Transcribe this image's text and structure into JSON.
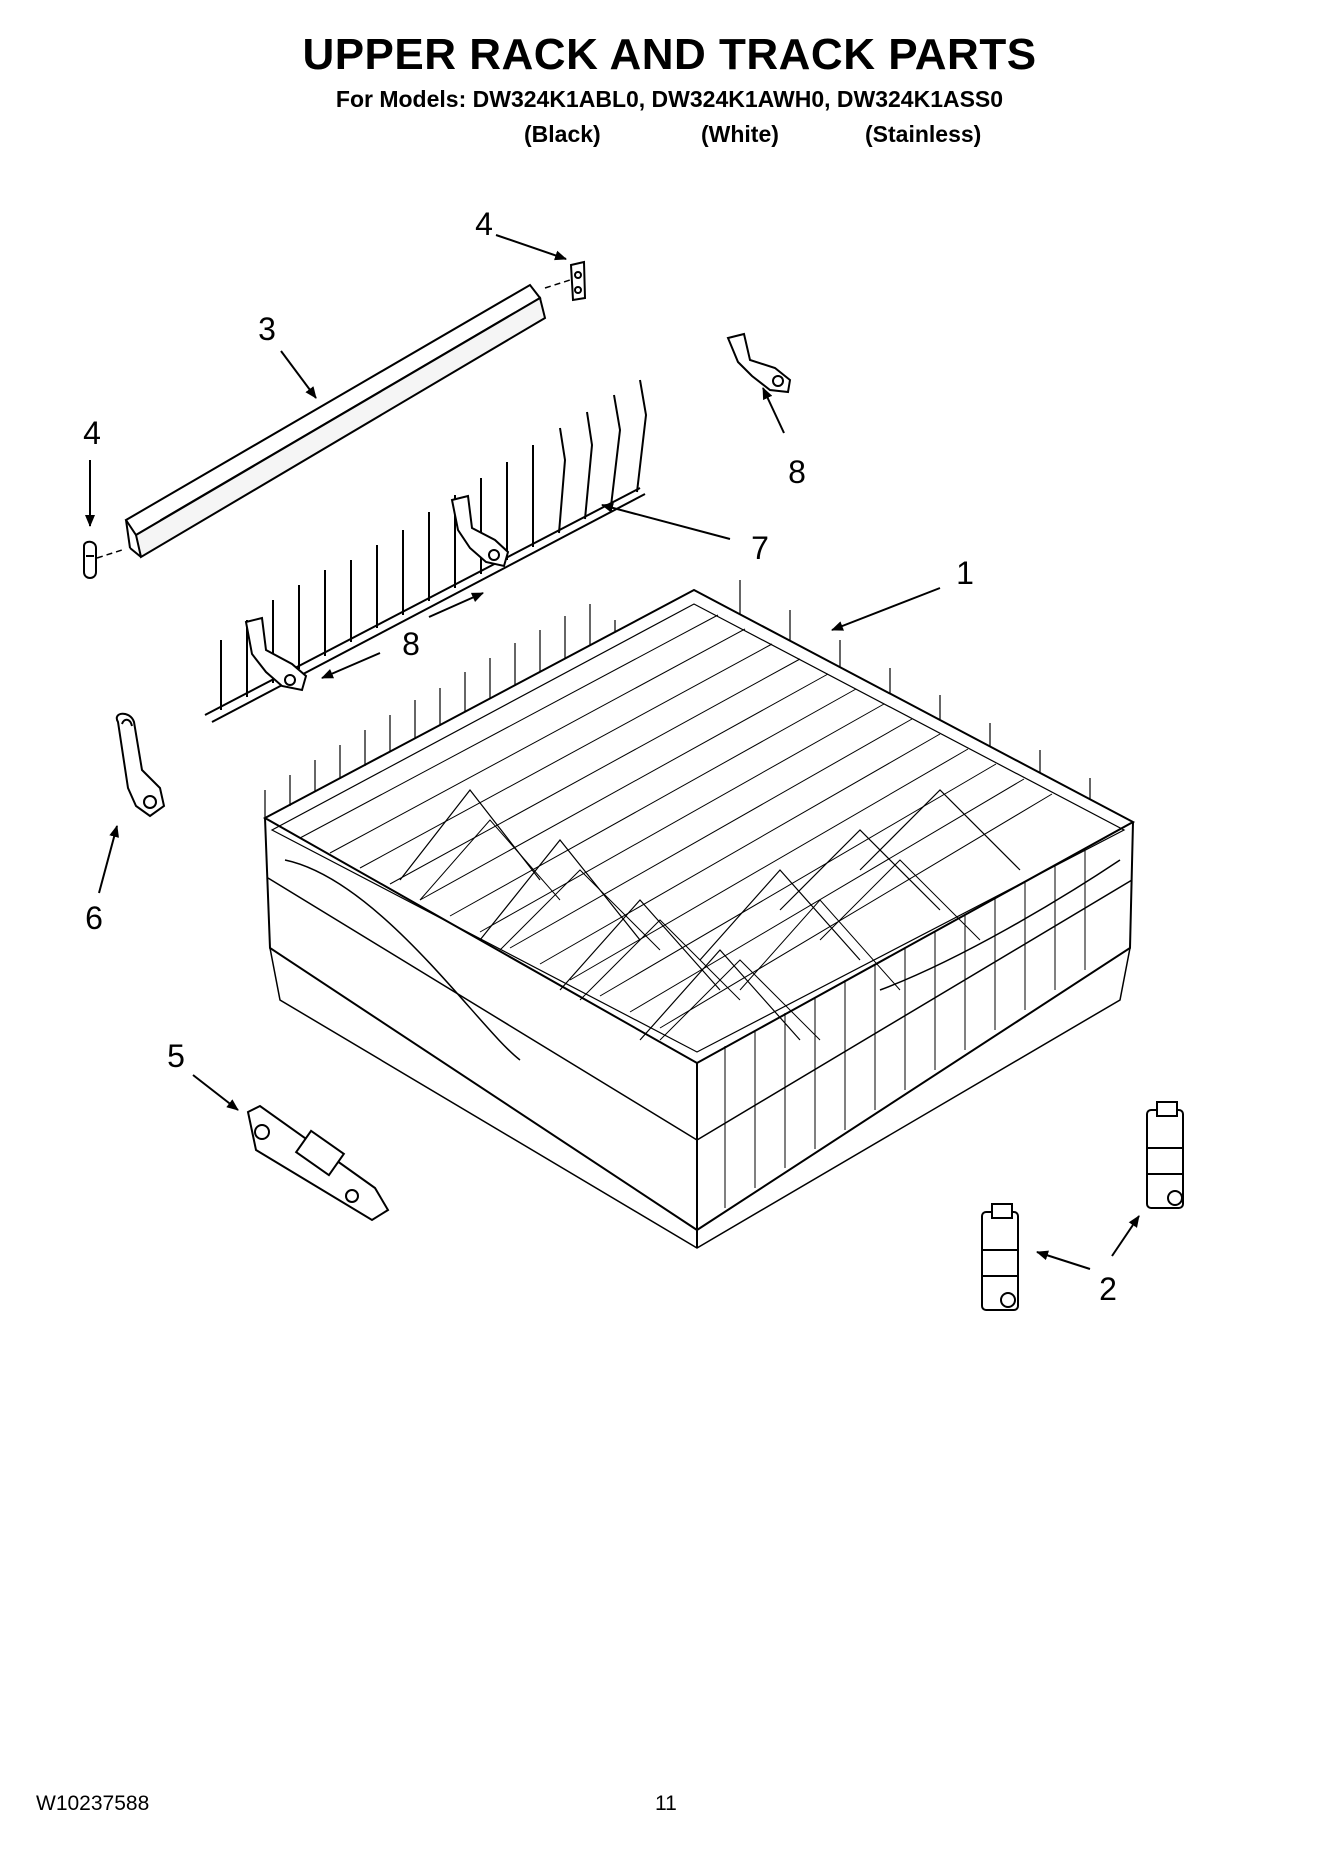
{
  "header": {
    "title": "UPPER RACK AND TRACK PARTS",
    "models_line": "For Models: DW324K1ABL0, DW324K1AWH0, DW324K1ASS0",
    "variants": [
      "(Black)",
      "(White)",
      "(Stainless)"
    ]
  },
  "callouts": [
    {
      "id": "1",
      "label": "1"
    },
    {
      "id": "2",
      "label": "2"
    },
    {
      "id": "3",
      "label": "3"
    },
    {
      "id": "4a",
      "label": "4"
    },
    {
      "id": "4b",
      "label": "4"
    },
    {
      "id": "5",
      "label": "5"
    },
    {
      "id": "6",
      "label": "6"
    },
    {
      "id": "7",
      "label": "7"
    },
    {
      "id": "8a",
      "label": "8"
    },
    {
      "id": "8b",
      "label": "8"
    }
  ],
  "footer": {
    "doc_number": "W10237588",
    "page_number": "11"
  },
  "colors": {
    "line": "#000000",
    "background": "#ffffff"
  }
}
